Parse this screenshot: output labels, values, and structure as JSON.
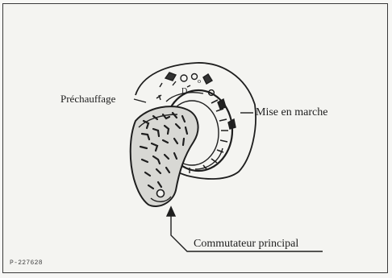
{
  "labels": {
    "preheat": "Préchauffage",
    "start": "Mise en marche",
    "main_switch": "Commutateur principal"
  },
  "figure_ref": "P-227628",
  "colors": {
    "ink": "#1e1e1e",
    "paper": "#f4f4f1",
    "border": "#3a3a3a"
  }
}
